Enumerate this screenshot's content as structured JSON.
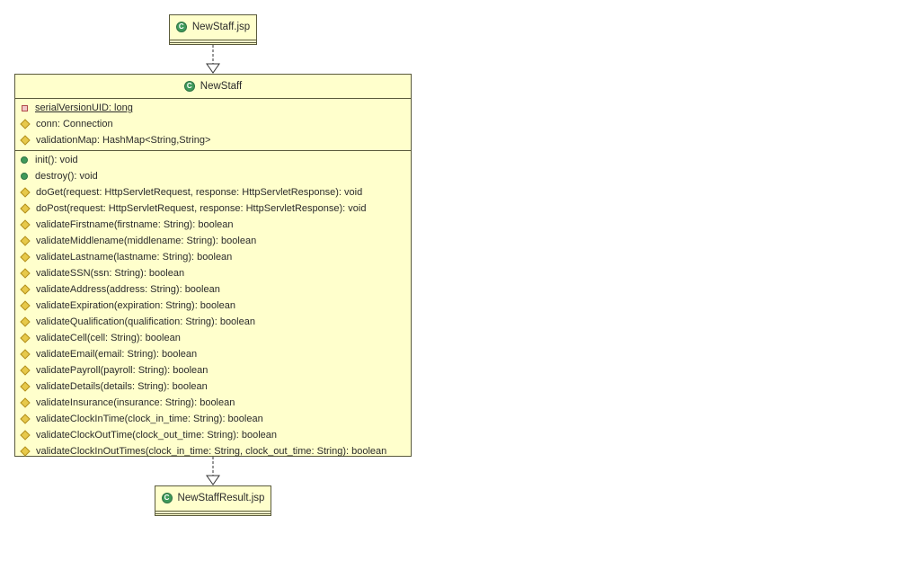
{
  "diagram": {
    "top_class": {
      "name": "NewStaff.jsp",
      "icon": "class-icon"
    },
    "main_class": {
      "name": "NewStaff",
      "icon": "class-icon",
      "attributes": [
        {
          "visibility": "private",
          "static": true,
          "text": "serialVersionUID: long"
        },
        {
          "visibility": "package",
          "static": false,
          "text": "conn: Connection"
        },
        {
          "visibility": "package",
          "static": false,
          "text": "validationMap: HashMap<String,String>"
        }
      ],
      "methods": [
        {
          "visibility": "public",
          "text": "init(): void"
        },
        {
          "visibility": "public",
          "text": "destroy(): void"
        },
        {
          "visibility": "package",
          "text": "doGet(request: HttpServletRequest, response: HttpServletResponse): void"
        },
        {
          "visibility": "package",
          "text": "doPost(request: HttpServletRequest, response: HttpServletResponse): void"
        },
        {
          "visibility": "package",
          "text": "validateFirstname(firstname: String): boolean"
        },
        {
          "visibility": "package",
          "text": "validateMiddlename(middlename: String): boolean"
        },
        {
          "visibility": "package",
          "text": "validateLastname(lastname: String): boolean"
        },
        {
          "visibility": "package",
          "text": "validateSSN(ssn: String): boolean"
        },
        {
          "visibility": "package",
          "text": "validateAddress(address: String): boolean"
        },
        {
          "visibility": "package",
          "text": "validateExpiration(expiration: String): boolean"
        },
        {
          "visibility": "package",
          "text": "validateQualification(qualification: String): boolean"
        },
        {
          "visibility": "package",
          "text": "validateCell(cell: String): boolean"
        },
        {
          "visibility": "package",
          "text": "validateEmail(email: String): boolean"
        },
        {
          "visibility": "package",
          "text": "validatePayroll(payroll: String): boolean"
        },
        {
          "visibility": "package",
          "text": "validateDetails(details: String): boolean"
        },
        {
          "visibility": "package",
          "text": "validateInsurance(insurance: String): boolean"
        },
        {
          "visibility": "package",
          "text": "validateClockInTime(clock_in_time: String): boolean"
        },
        {
          "visibility": "package",
          "text": "validateClockOutTime(clock_out_time: String): boolean"
        },
        {
          "visibility": "package",
          "text": "validateClockInOutTimes(clock_in_time: String, clock_out_time: String): boolean"
        }
      ]
    },
    "bottom_class": {
      "name": "NewStaffResult.jsp",
      "icon": "class-icon"
    },
    "colors": {
      "box_fill": "#ffffcc",
      "box_border": "#5a5a3c",
      "class_icon": "#3f9a5a",
      "package_marker": "#e7c94a",
      "private_marker": "#b04a4a"
    }
  }
}
